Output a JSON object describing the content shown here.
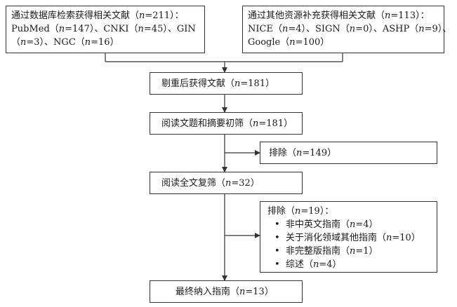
{
  "boxes": {
    "db_search": {
      "line1": "通过数据库检索获得相关文献（n=211）：",
      "line2": "PubMed（n=147）、CNKI（n=45）、GIN",
      "line3": "（n=3）、NGC（n=16）"
    },
    "other_sources": {
      "line1": "通过其他资源补充获得相关文献（n=113）：",
      "line2": "NICE（n=4）、SIGN（n=0）、ASHP（n=9）、",
      "line3": "Google（n=100）"
    },
    "dedup": "剔重后获得文献（n=181）",
    "screen_title": "阅读文题和摘要初筛（n=181）",
    "exclude1": "排除（n=149）",
    "fulltext": "阅读全文复筛（n=32）",
    "exclude2": {
      "title": "排除（n=19）：",
      "items": [
        "非中英文指南（n=4）",
        "关于消化领域其他指南（n=10）",
        "非完整版指南（n=1）",
        "综述（n=4）"
      ]
    },
    "final": "最终纳入指南（n=13）"
  },
  "colors": {
    "line": "#333333",
    "text": "#1a1a1a",
    "background": "#ffffff"
  }
}
